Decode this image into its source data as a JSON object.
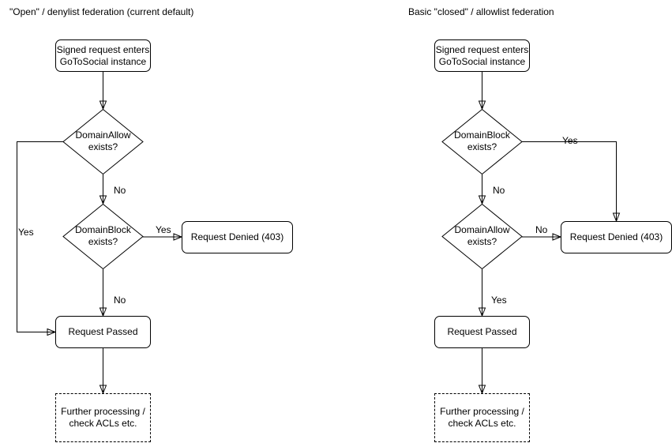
{
  "diagram": {
    "colors": {
      "stroke": "#000000",
      "fill": "#ffffff",
      "text": "#000000"
    },
    "left": {
      "title": "\"Open\" / denylist federation (current default)",
      "nodes": {
        "start": {
          "label": "Signed request enters\nGoToSocial instance",
          "shape": "rounded-rect"
        },
        "domain_allow": {
          "label": "DomainAllow\nexists?",
          "shape": "decision-diamond"
        },
        "domain_block": {
          "label": "DomainBlock\nexists?",
          "shape": "decision-diamond"
        },
        "denied": {
          "label": "Request Denied (403)",
          "shape": "rounded-rect"
        },
        "passed": {
          "label": "Request Passed",
          "shape": "rounded-rect"
        },
        "further": {
          "label": "Further processing /\ncheck ACLs etc.",
          "shape": "dashed-rect"
        }
      },
      "edge_labels": {
        "allow_no": "No",
        "allow_yes": "Yes",
        "block_yes": "Yes",
        "block_no": "No"
      }
    },
    "right": {
      "title": "Basic \"closed\" / allowlist federation",
      "nodes": {
        "start": {
          "label": "Signed request enters\nGoToSocial instance",
          "shape": "rounded-rect"
        },
        "domain_block": {
          "label": "DomainBlock\nexists?",
          "shape": "decision-diamond"
        },
        "domain_allow": {
          "label": "DomainAllow\nexists?",
          "shape": "decision-diamond"
        },
        "denied": {
          "label": "Request Denied (403)",
          "shape": "rounded-rect"
        },
        "passed": {
          "label": "Request Passed",
          "shape": "rounded-rect"
        },
        "further": {
          "label": "Further processing /\ncheck ACLs etc.",
          "shape": "dashed-rect"
        }
      },
      "edge_labels": {
        "block_yes": "Yes",
        "block_no": "No",
        "allow_no": "No",
        "allow_yes": "Yes"
      }
    }
  }
}
